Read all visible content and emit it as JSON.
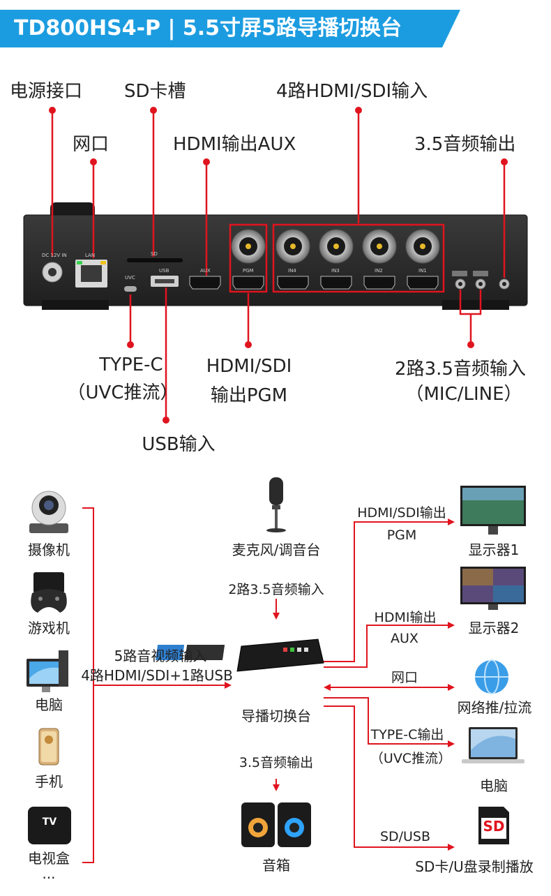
{
  "header": {
    "title": "TD800HS4-P | 5.5寸屏5路导播切换台",
    "color": "#1c9ce0"
  },
  "panel": {
    "top_labels": [
      "电源接口",
      "SD卡槽",
      "4路HDMI/SDI输入",
      "网口",
      "HDMI输出AUX",
      "3.5音频输出"
    ],
    "bottom_labels": {
      "typec": [
        "TYPE-C",
        "（UVC推流）"
      ],
      "hdmi_pgm": [
        "HDMI/SDI",
        "输出PGM"
      ],
      "mic": [
        "2路3.5音频输入",
        "（MIC/LINE）"
      ],
      "usb": "USB输入"
    },
    "device_labels": {
      "dc": "DC 12V IN",
      "lan": "LAN",
      "sd": "SD",
      "uvc": "UVC",
      "usb": "USB",
      "aux": "AUX",
      "pgm": "PGM",
      "in4": "IN4",
      "in3": "IN3",
      "in2": "IN2",
      "in1": "IN1"
    }
  },
  "diagram": {
    "sources": [
      "摄像机",
      "游戏机",
      "电脑",
      "手机",
      "电视盒",
      "..."
    ],
    "input_label": [
      "5路音视频输入",
      "4路HDMI/SDI+1路USB"
    ],
    "mic_label": "麦克风/调音台",
    "audio_in_label": "2路3.5音频输入",
    "switcher_label": "导播切换台",
    "audio_out_label": "3.5音频输出",
    "speaker_label": "音箱",
    "tv_text": "TV",
    "sd_text": "SD",
    "outputs": [
      {
        "line": [
          "HDMI/SDI输出",
          "PGM"
        ],
        "target": "显示器1"
      },
      {
        "line": [
          "HDMI输出",
          "AUX"
        ],
        "target": "显示器2"
      },
      {
        "line": [
          "网口"
        ],
        "target": "网络推/拉流"
      },
      {
        "line": [
          "TYPE-C输出",
          "（UVC推流）"
        ],
        "target": "电脑"
      },
      {
        "line": [
          "SD/USB"
        ],
        "target": "SD卡/U盘录制播放"
      }
    ]
  },
  "colors": {
    "accent": "#e0141e",
    "device": "#2a2a2a"
  }
}
